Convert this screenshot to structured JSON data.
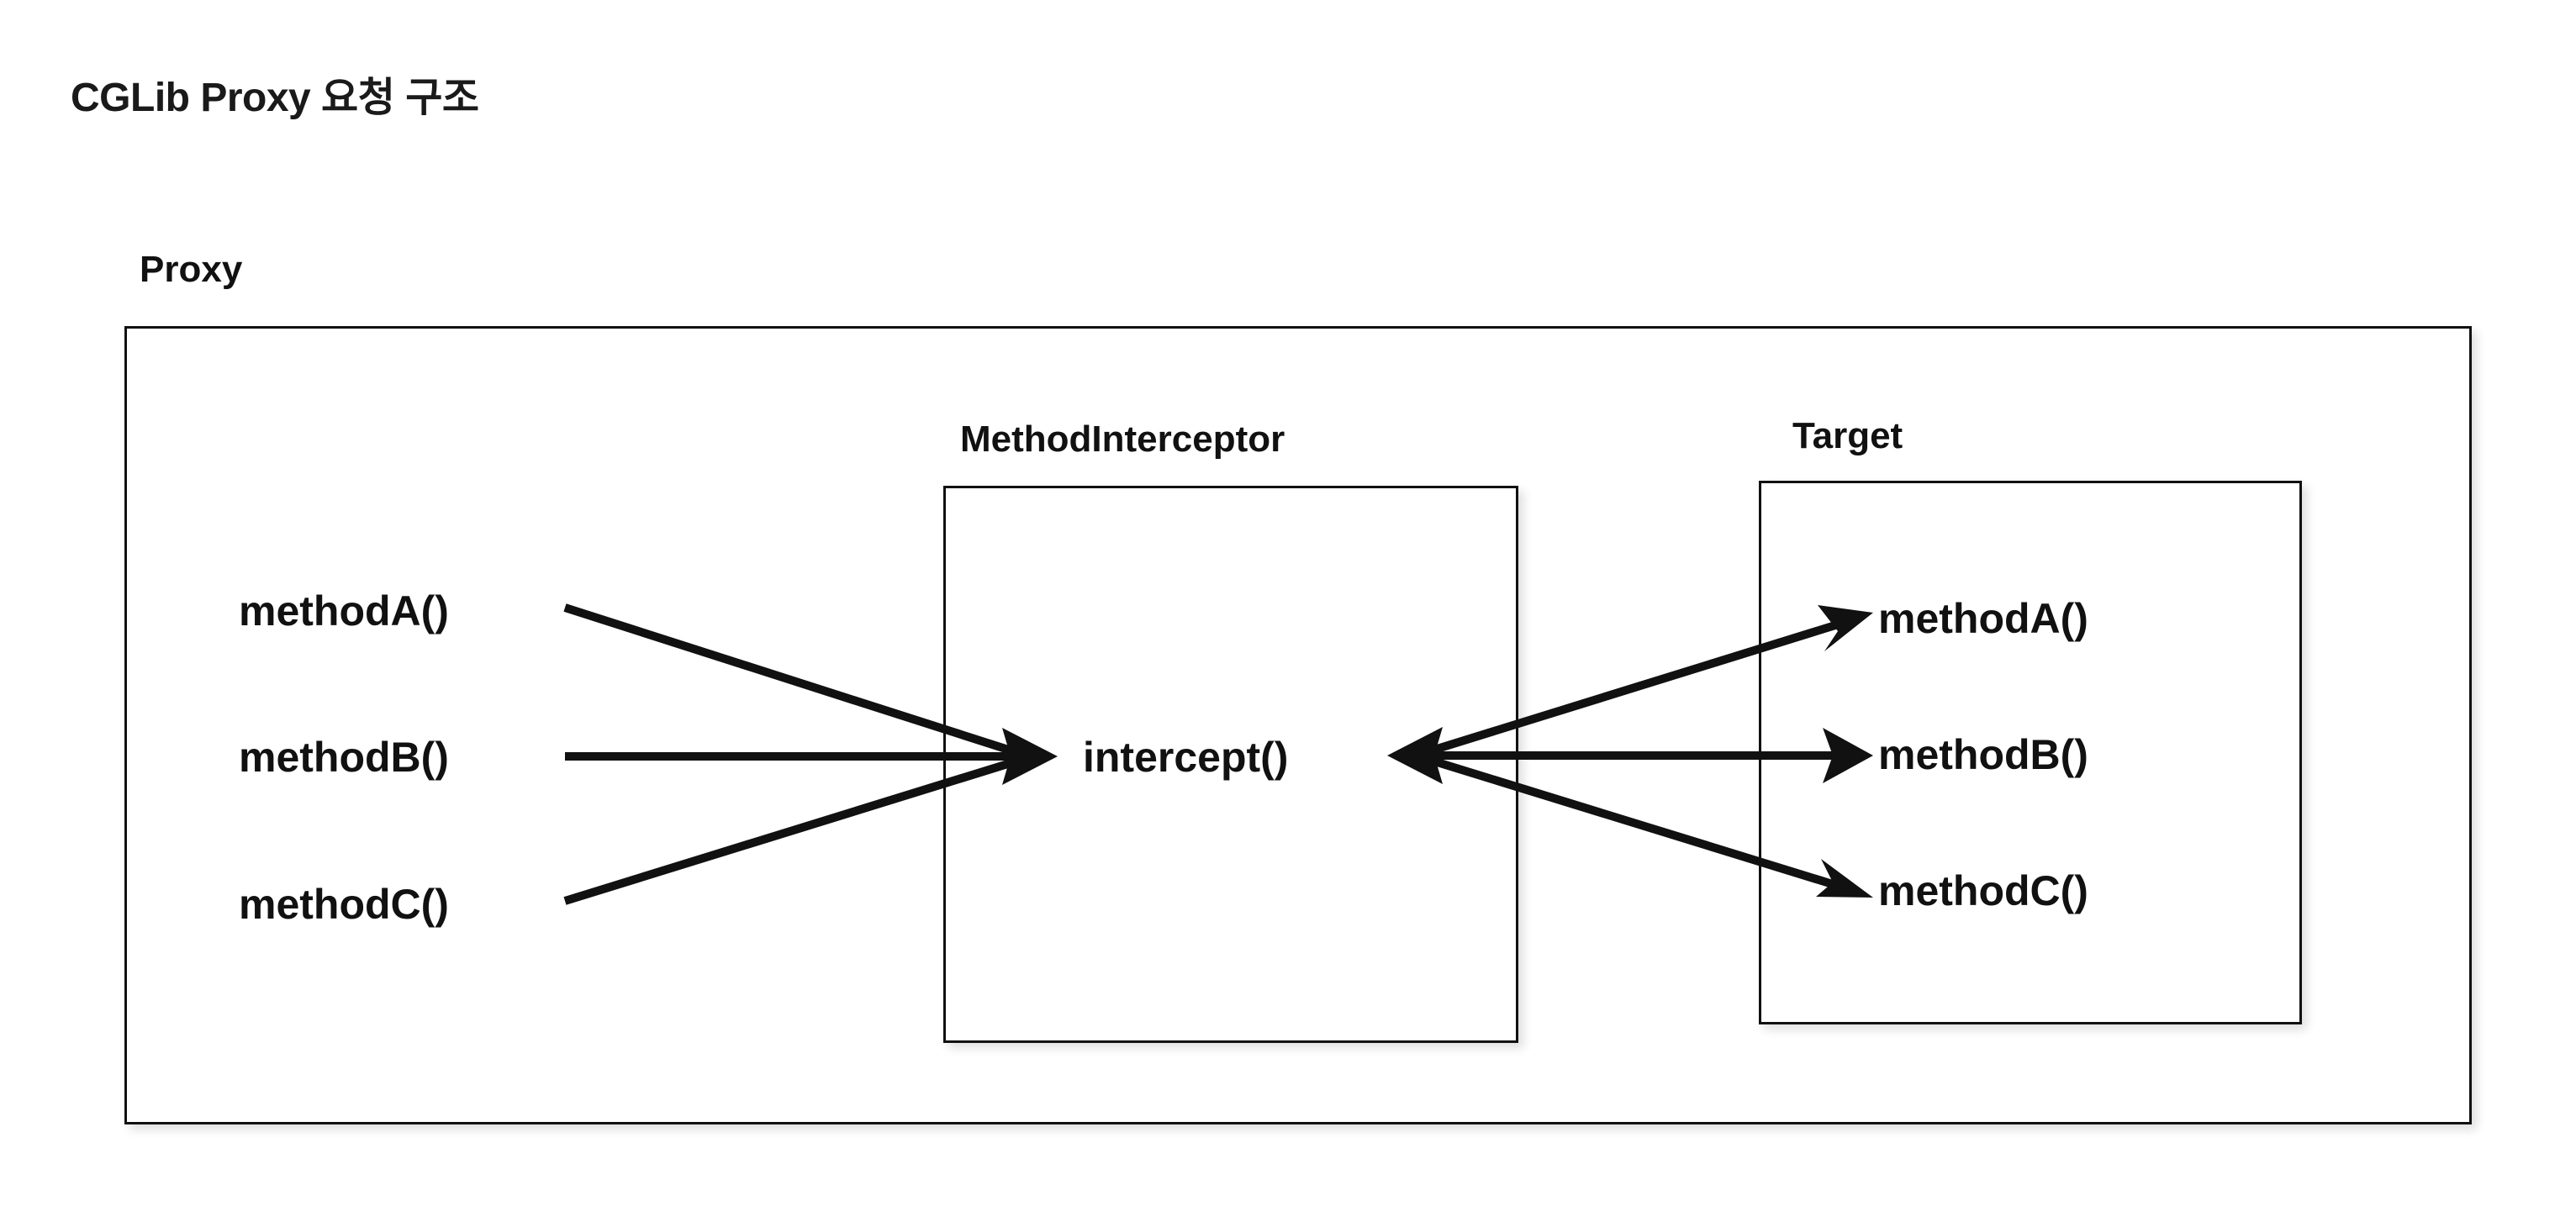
{
  "page": {
    "title": "CGLib Proxy 요청 구조",
    "background_color": "#ffffff",
    "stroke_color": "#111111"
  },
  "diagram": {
    "type": "flow",
    "outer_container": {
      "label": "Proxy",
      "shape": "rectangle"
    },
    "nodes": [
      {
        "id": "method-interceptor",
        "label": "MethodInterceptor",
        "shape": "rectangle"
      },
      {
        "id": "target",
        "label": "Target",
        "shape": "rectangle"
      }
    ],
    "incoming_calls": [
      {
        "id": "in-a",
        "label": "methodA()"
      },
      {
        "id": "in-b",
        "label": "methodB()"
      },
      {
        "id": "in-c",
        "label": "methodC()"
      }
    ],
    "interceptor_method": {
      "id": "intercept",
      "label": "intercept()"
    },
    "target_methods": [
      {
        "id": "out-a",
        "label": "methodA()"
      },
      {
        "id": "out-b",
        "label": "methodB()"
      },
      {
        "id": "out-c",
        "label": "methodC()"
      }
    ],
    "edges": [
      {
        "from": "in-a",
        "to": "intercept",
        "arrowhead": "end"
      },
      {
        "from": "in-b",
        "to": "intercept",
        "arrowhead": "end"
      },
      {
        "from": "in-c",
        "to": "intercept",
        "arrowhead": "end"
      },
      {
        "from": "intercept",
        "to": "out-a",
        "arrowhead": "both"
      },
      {
        "from": "intercept",
        "to": "out-b",
        "arrowhead": "both"
      },
      {
        "from": "intercept",
        "to": "out-c",
        "arrowhead": "both"
      }
    ]
  }
}
